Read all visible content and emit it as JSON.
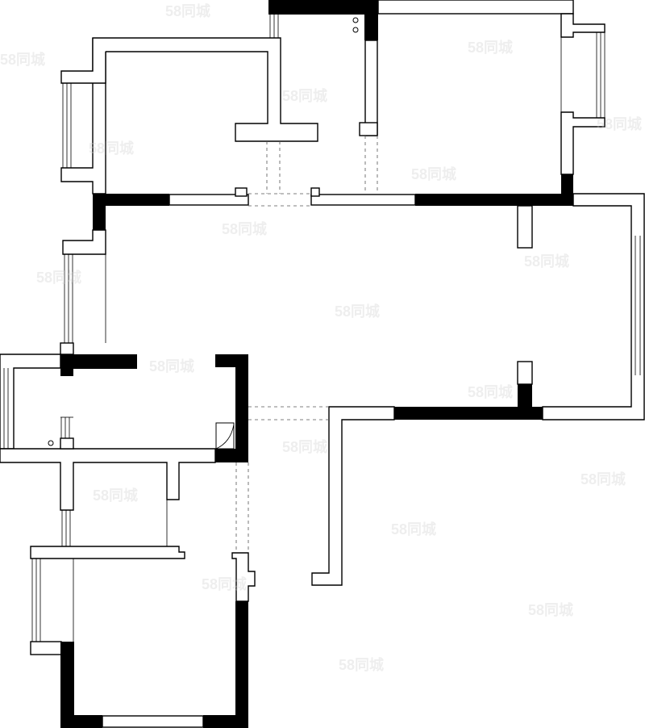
{
  "watermarks": [
    "58同城",
    "58同城",
    "58同城",
    "58同城",
    "58同城",
    "58同城",
    "58同城",
    "58同城",
    "58同城",
    "58同城",
    "58同城",
    "58同城",
    "58同城",
    "58同城",
    "58同城",
    "58同城",
    "58同城",
    "58同城",
    "58同城",
    "58同城"
  ],
  "colors": {
    "wall_fill": "#000000",
    "line": "#000000",
    "background": "#ffffff"
  }
}
